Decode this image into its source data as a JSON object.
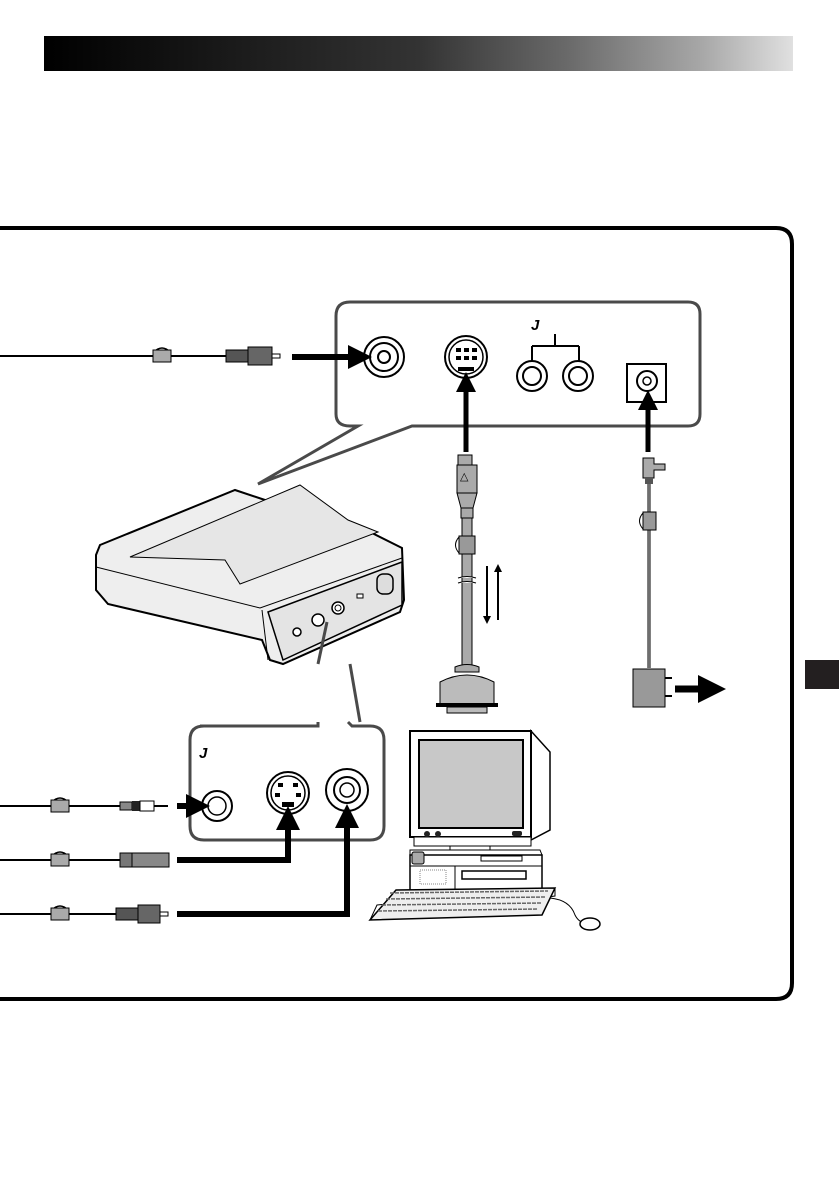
{
  "page": {
    "type": "manual-connection-diagram"
  },
  "header": {
    "gradient_from": "#000000",
    "gradient_to": "#e0e0e0"
  },
  "side_tab": {
    "color": "#231f20"
  },
  "diagram": {
    "top_panel": {
      "logo_glyph": "J",
      "connectors": [
        "video-in-jack",
        "mini-din-8-port",
        "audio-l-jack",
        "audio-r-jack",
        "dc-in-jack"
      ]
    },
    "bottom_panel": {
      "logo_glyph": "J",
      "connectors": [
        "mini-jack",
        "s-video-port",
        "video-rca-jack"
      ]
    },
    "pc_cable": {
      "marker_glyph": "△"
    },
    "colors": {
      "line": "#000000",
      "frame": "#000000",
      "callout": "#4a4a4a",
      "fill_gray": "#aaaaaa",
      "screen": "#c8c8c8",
      "device_body": "#eeeeee"
    }
  }
}
